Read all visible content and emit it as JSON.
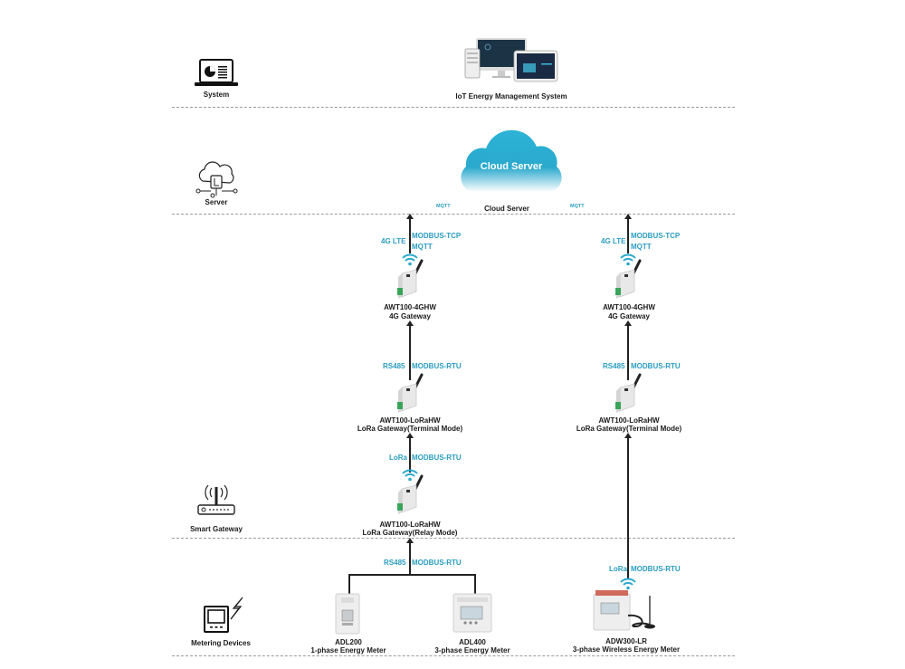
{
  "tiers": {
    "system": {
      "label": "System",
      "icon": "laptop-chart-icon"
    },
    "server": {
      "label": "Server",
      "icon": "cloud-server-icon"
    },
    "gateway": {
      "label": "Smart Gateway",
      "icon": "router-icon"
    },
    "metering": {
      "label": "Metering Devices",
      "icon": "meter-lightning-icon"
    }
  },
  "system": {
    "name": "IoT Energy Management System",
    "icon": "devices-dashboard-icon"
  },
  "cloud": {
    "inner_label": "Cloud Server",
    "caption": "Cloud Server",
    "mqtt_left": "MQTT",
    "mqtt_right": "MQTT",
    "color": "#2bb3d6"
  },
  "left_branch": {
    "gw4g": {
      "model": "AWT100-4GHW",
      "desc": "4G Gateway",
      "link": "4G LTE",
      "proto1": "MODBUS-TCP",
      "proto2": "MQTT"
    },
    "terminal": {
      "model": "AWT100-LoRaHW",
      "desc": "LoRa Gateway(Terminal Mode)",
      "link": "RS485",
      "proto": "MODBUS-RTU"
    },
    "relay": {
      "model": "AWT100-LoRaHW",
      "desc": "LoRa Gateway(Relay Mode)",
      "link": "LoRa",
      "proto": "MODBUS-RTU"
    },
    "bus": {
      "link": "RS485",
      "proto": "MODBUS-RTU"
    },
    "meters": [
      {
        "model": "ADL200",
        "desc": "1-phase Energy Meter"
      },
      {
        "model": "ADL400",
        "desc": "3-phase Energy Meter"
      }
    ]
  },
  "right_branch": {
    "gw4g": {
      "model": "AWT100-4GHW",
      "desc": "4G Gateway",
      "link": "4G LTE",
      "proto1": "MODBUS-TCP",
      "proto2": "MQTT"
    },
    "terminal": {
      "model": "AWT100-LoRaHW",
      "desc": "LoRa Gateway(Terminal Mode)",
      "link": "RS485",
      "proto": "MODBUS-RTU"
    },
    "wireless": {
      "link": "LoRa",
      "proto": "MODBUS-RTU"
    },
    "meter": {
      "model": "ADW300-LR",
      "desc": "3-phase Wireless Energy Meter"
    }
  },
  "colors": {
    "protocol": "#2a9dc0",
    "line": "#222222",
    "divider": "#9a9a9a"
  }
}
